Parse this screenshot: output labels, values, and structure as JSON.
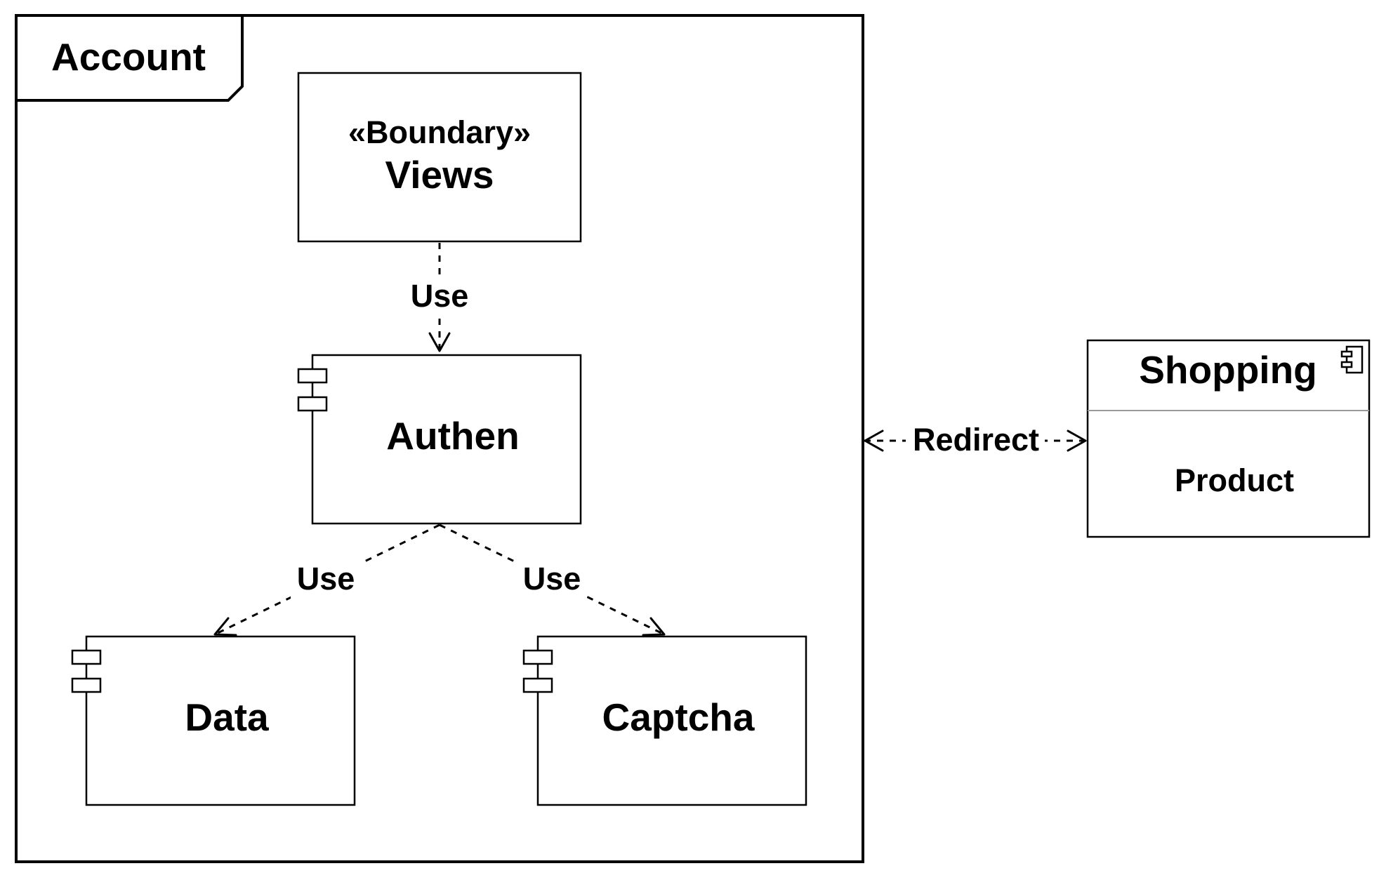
{
  "package": {
    "name": "Account"
  },
  "nodes": {
    "views": {
      "stereotype": "«Boundary»",
      "name": "Views"
    },
    "authen": {
      "name": "Authen"
    },
    "data": {
      "name": "Data"
    },
    "captcha": {
      "name": "Captcha"
    },
    "shopping": {
      "name": "Shopping",
      "body": "Product"
    }
  },
  "edges": {
    "views_to_authen": {
      "label": "Use",
      "style": "dashed"
    },
    "authen_to_data": {
      "label": "Use",
      "style": "dashed"
    },
    "authen_to_captcha": {
      "label": "Use",
      "style": "dashed"
    },
    "account_shopping": {
      "label": "Redirect",
      "style": "dashed, bidirectional"
    }
  },
  "icons": {
    "component": "component-icon"
  }
}
